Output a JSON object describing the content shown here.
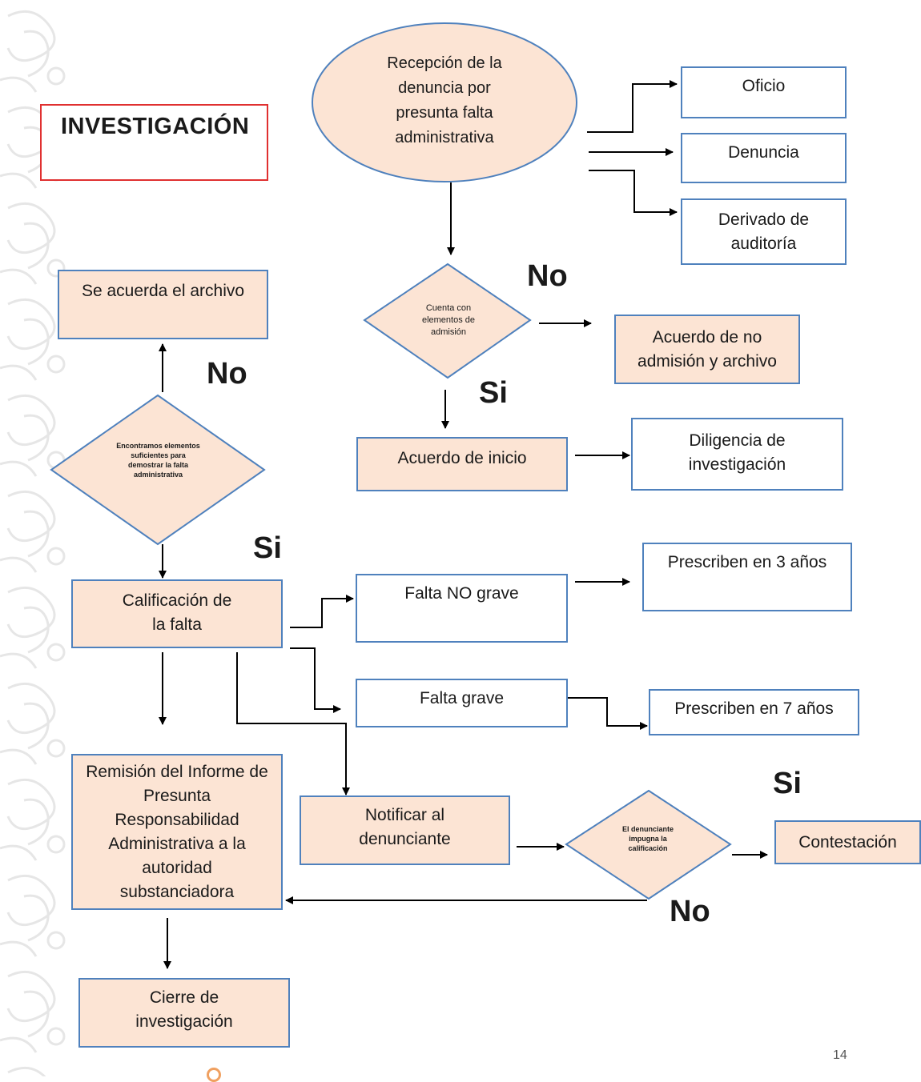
{
  "title": "INVESTIGACIÓN",
  "nodes": {
    "recepcion": "Recepción de la denuncia por presunta falta administrativa",
    "oficio": "Oficio",
    "denuncia": "Denuncia",
    "derivado": "Derivado de auditoría",
    "cuenta": "Cuenta con elementos de admisión",
    "acuerdo_no": "Acuerdo de no admisión y archivo",
    "acuerdo_inicio": "Acuerdo de inicio",
    "diligencia": "Diligencia de investigación",
    "se_acuerda": "Se acuerda el archivo",
    "encontramos": "Encontramos elementos suficientes para demostrar la falta administrativa",
    "calificacion": "Calificación de la falta",
    "falta_no_grave": "Falta NO grave",
    "prescriben_3": "Prescriben en 3 años",
    "falta_grave": "Falta grave",
    "prescriben_7": "Prescriben en 7 años",
    "remision": "Remisión del Informe de Presunta Responsabilidad Administrativa a la autoridad substanciadora",
    "notificar": "Notificar al denunciante",
    "impugna": "El denunciante impugna la calificación",
    "contestacion": "Contestación",
    "cierre": "Cierre de investigación"
  },
  "labels": {
    "no_1": "No",
    "si_1": "Si",
    "no_2": "No",
    "si_2": "Si",
    "si_3": "Si",
    "no_3": "No"
  },
  "page_number": "14",
  "colors": {
    "peach_fill": "#fce4d4",
    "border_blue": "#4f81bd",
    "title_border": "#e03030",
    "arrow": "#000000"
  }
}
